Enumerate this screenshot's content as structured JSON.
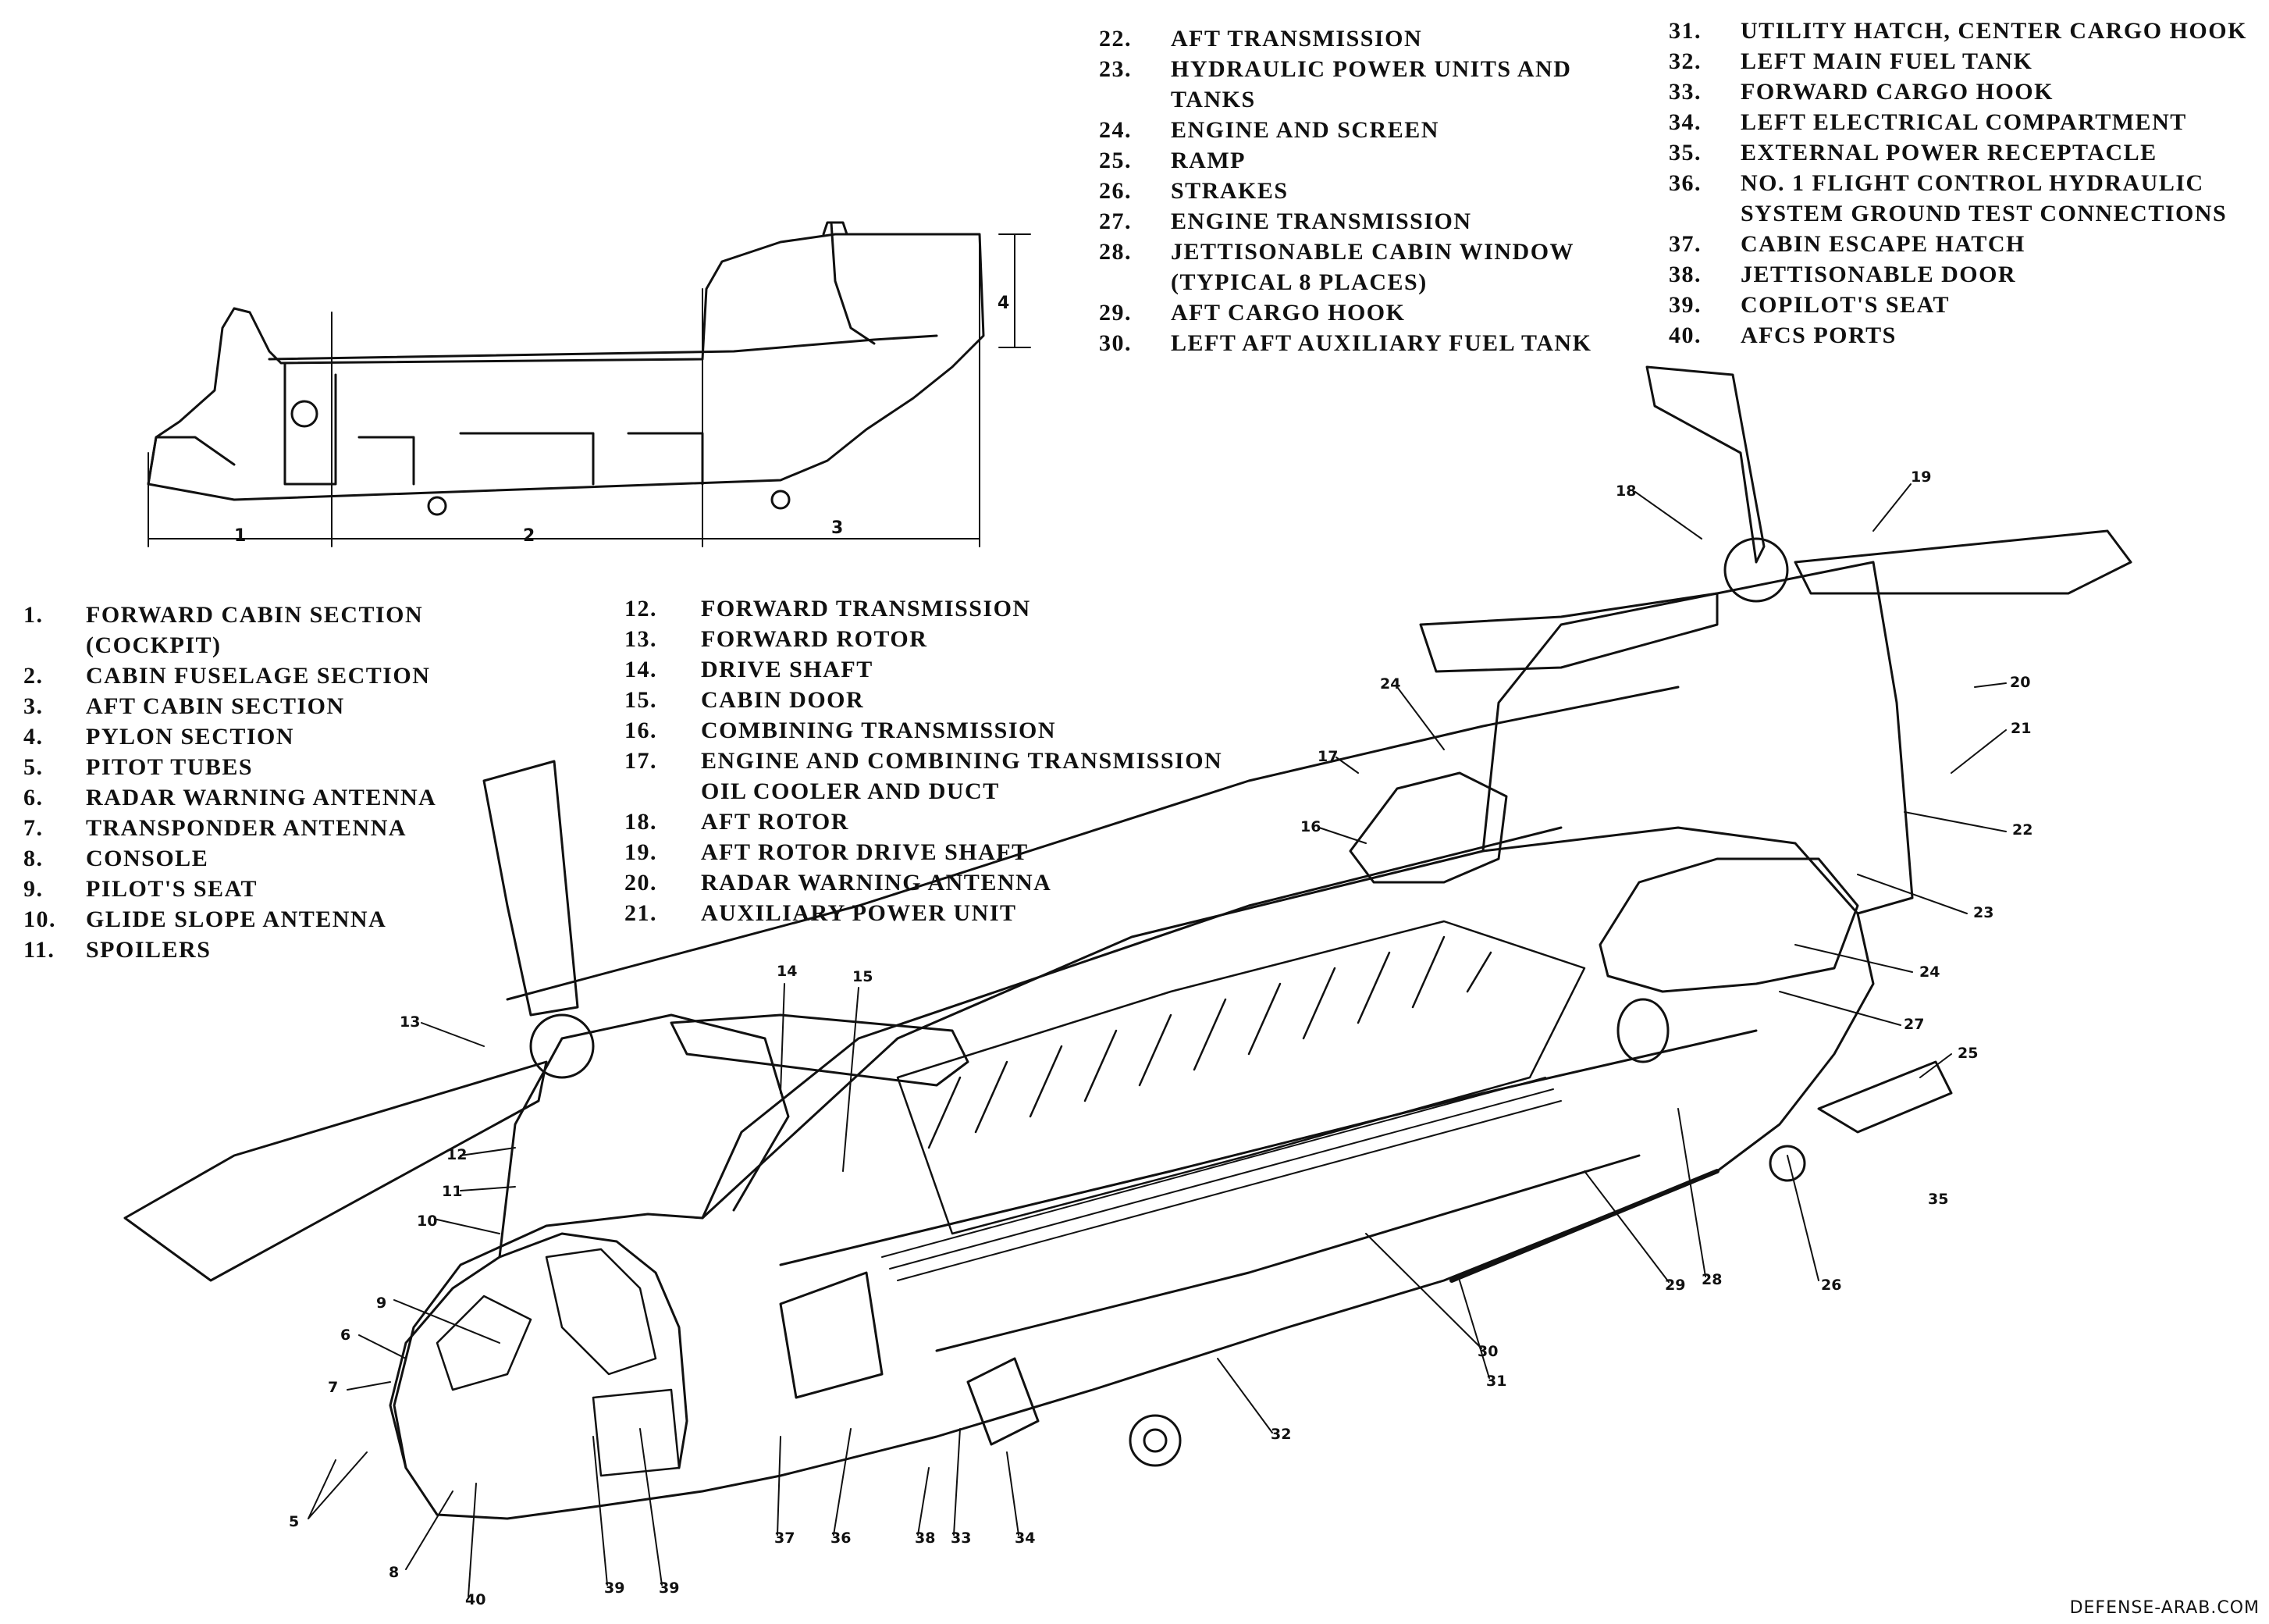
{
  "legend_groups": [
    {
      "items": [
        {
          "num": "1.",
          "text": "FORWARD CABIN SECTION\n(COCKPIT)"
        },
        {
          "num": "2.",
          "text": "CABIN FUSELAGE SECTION"
        },
        {
          "num": "3.",
          "text": "AFT CABIN SECTION"
        },
        {
          "num": "4.",
          "text": "PYLON SECTION"
        },
        {
          "num": "5.",
          "text": "PITOT TUBES"
        },
        {
          "num": "6.",
          "text": "RADAR WARNING ANTENNA"
        },
        {
          "num": "7.",
          "text": "TRANSPONDER ANTENNA"
        },
        {
          "num": "8.",
          "text": "CONSOLE"
        },
        {
          "num": "9.",
          "text": "PILOT'S SEAT"
        },
        {
          "num": "10.",
          "text": "GLIDE SLOPE ANTENNA"
        },
        {
          "num": "11.",
          "text": "SPOILERS"
        }
      ]
    },
    {
      "items": [
        {
          "num": "12.",
          "text": "FORWARD TRANSMISSION"
        },
        {
          "num": "13.",
          "text": "FORWARD ROTOR"
        },
        {
          "num": "14.",
          "text": "DRIVE SHAFT"
        },
        {
          "num": "15.",
          "text": "CABIN DOOR"
        },
        {
          "num": "16.",
          "text": "COMBINING TRANSMISSION"
        },
        {
          "num": "17.",
          "text": "ENGINE AND COMBINING TRANSMISSION\nOIL COOLER AND DUCT"
        },
        {
          "num": "18.",
          "text": "AFT ROTOR"
        },
        {
          "num": "19.",
          "text": "AFT ROTOR DRIVE SHAFT"
        },
        {
          "num": "20.",
          "text": "RADAR WARNING ANTENNA"
        },
        {
          "num": "21.",
          "text": "AUXILIARY POWER UNIT"
        }
      ]
    },
    {
      "items": [
        {
          "num": "22.",
          "text": "AFT TRANSMISSION"
        },
        {
          "num": "23.",
          "text": "HYDRAULIC POWER UNITS AND\nTANKS"
        },
        {
          "num": "24.",
          "text": "ENGINE AND SCREEN"
        },
        {
          "num": "25.",
          "text": "RAMP"
        },
        {
          "num": "26.",
          "text": "STRAKES"
        },
        {
          "num": "27.",
          "text": "ENGINE TRANSMISSION"
        },
        {
          "num": "28.",
          "text": "JETTISONABLE CABIN WINDOW\n(TYPICAL 8 PLACES)"
        },
        {
          "num": "29.",
          "text": "AFT CARGO HOOK"
        },
        {
          "num": "30.",
          "text": "LEFT AFT AUXILIARY FUEL TANK"
        }
      ]
    },
    {
      "items": [
        {
          "num": "31.",
          "text": "UTILITY HATCH, CENTER CARGO HOOK"
        },
        {
          "num": "32.",
          "text": "LEFT MAIN FUEL TANK"
        },
        {
          "num": "33.",
          "text": "FORWARD CARGO HOOK"
        },
        {
          "num": "34.",
          "text": "LEFT ELECTRICAL COMPARTMENT"
        },
        {
          "num": "35.",
          "text": "EXTERNAL POWER RECEPTACLE"
        },
        {
          "num": "36.",
          "text": "NO. 1 FLIGHT CONTROL HYDRAULIC\nSYSTEM GROUND TEST CONNECTIONS"
        },
        {
          "num": "37.",
          "text": "CABIN ESCAPE HATCH"
        },
        {
          "num": "38.",
          "text": "JETTISONABLE DOOR"
        },
        {
          "num": "39.",
          "text": "COPILOT'S SEAT"
        },
        {
          "num": "40.",
          "text": "AFCS PORTS"
        }
      ]
    }
  ],
  "section_diagram": {
    "dimension_labels": [
      "1",
      "2",
      "3",
      "4"
    ]
  },
  "callouts": [
    "5",
    "6",
    "7",
    "8",
    "9",
    "10",
    "11",
    "12",
    "13",
    "14",
    "15",
    "16",
    "17",
    "18",
    "19",
    "20",
    "21",
    "22",
    "23",
    "24",
    "25",
    "26",
    "27",
    "28",
    "29",
    "30",
    "31",
    "32",
    "33",
    "34",
    "35",
    "36",
    "37",
    "38",
    "39",
    "40"
  ],
  "watermark": "DEFENSE-ARAB.COM"
}
